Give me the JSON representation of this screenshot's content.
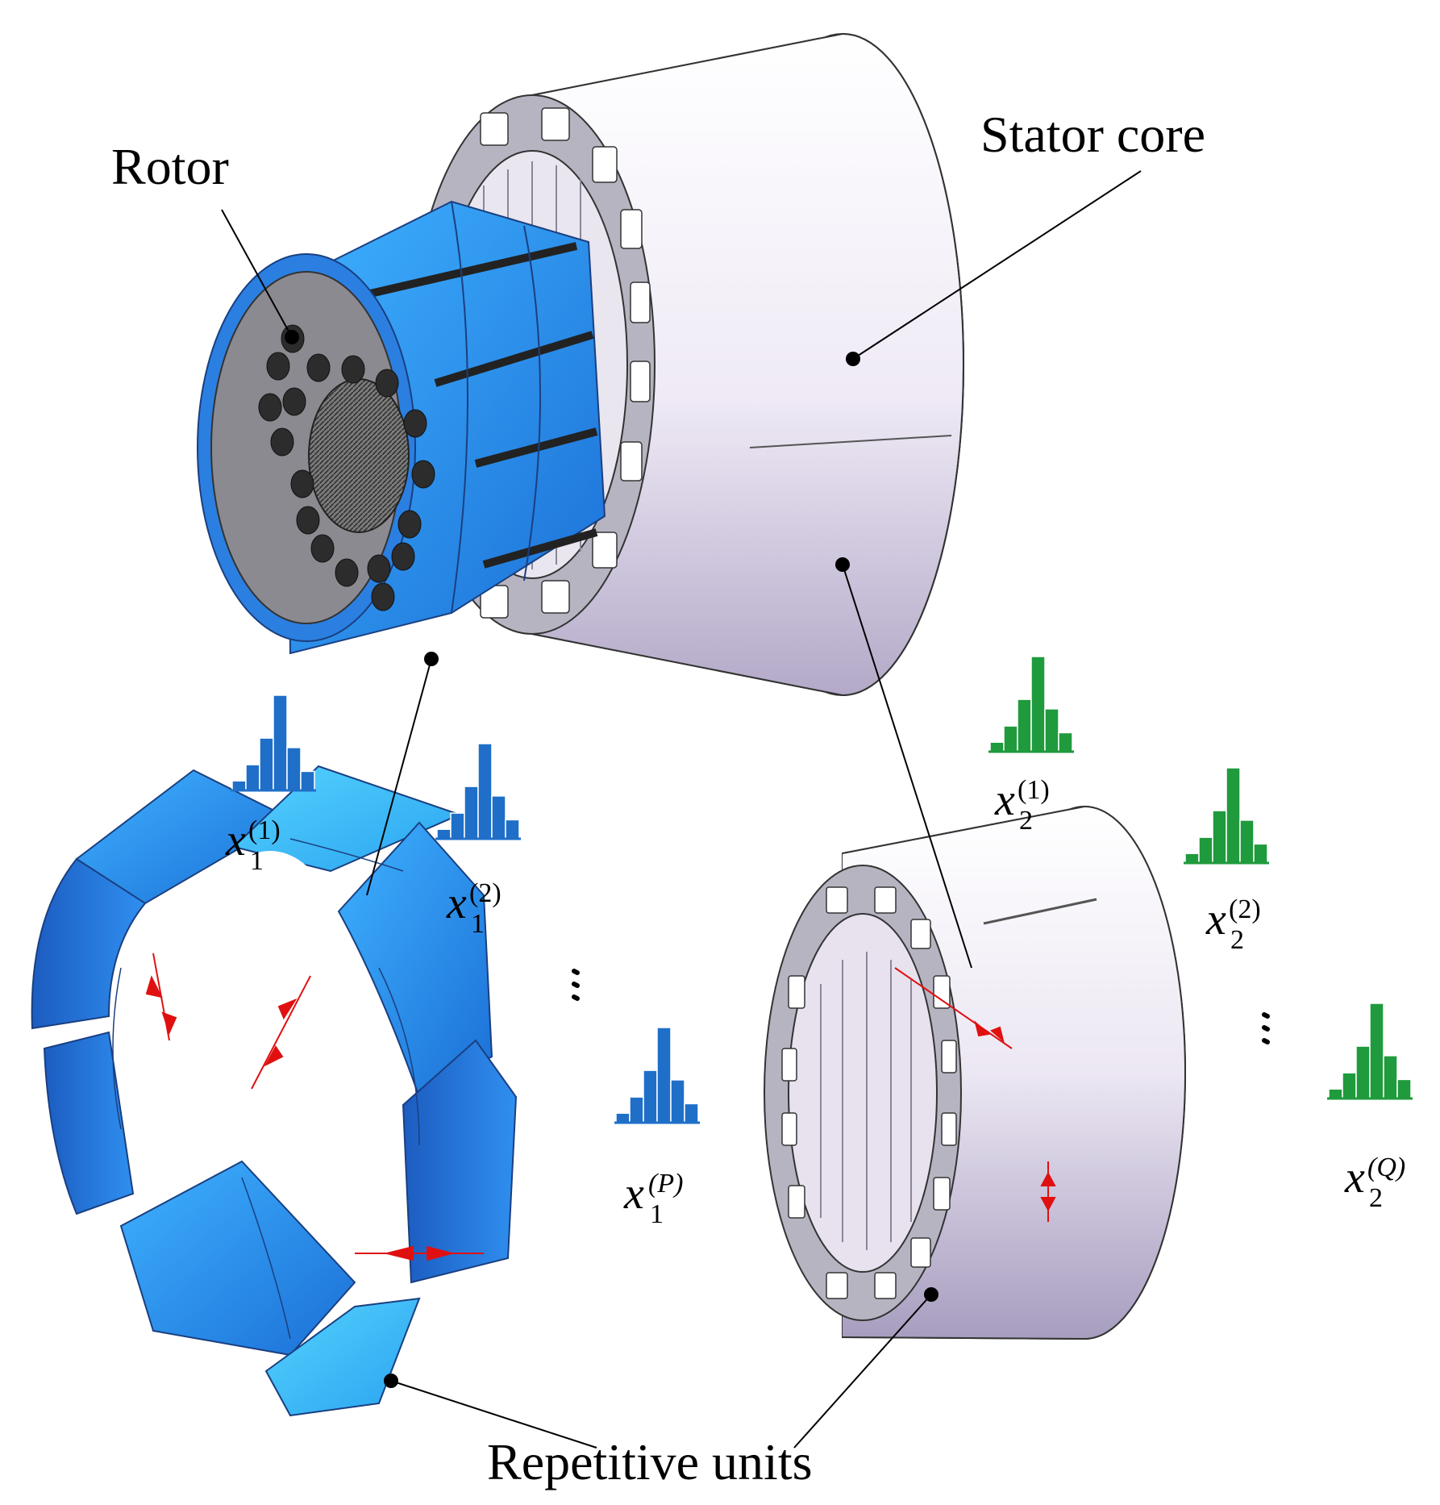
{
  "labels": {
    "rotor": "Rotor",
    "stator_core": "Stator core",
    "repetitive_units": "Repetitive units"
  },
  "variables": {
    "rotor": [
      {
        "base": "x",
        "sub": "1",
        "sup": "(1)"
      },
      {
        "base": "x",
        "sub": "1",
        "sup": "(2)"
      },
      {
        "base": "x",
        "sub": "1",
        "sup": "(P)"
      }
    ],
    "stator": [
      {
        "base": "x",
        "sub": "2",
        "sup": "(1)"
      },
      {
        "base": "x",
        "sub": "2",
        "sup": "(2)"
      },
      {
        "base": "x",
        "sub": "2",
        "sup": "(Q)"
      }
    ]
  },
  "histogram": {
    "bars": [
      0.1,
      0.27,
      0.55,
      1.0,
      0.45,
      0.2
    ]
  },
  "colors": {
    "rotor_histogram": "#1f6fc8",
    "stator_histogram": "#1f9a3c",
    "rotor_magnet": "#2a93ec",
    "stator_body": "#c9c3dc",
    "arrow": "#e01010"
  },
  "ellipsis_icon": "vertical-ellipsis-icon"
}
